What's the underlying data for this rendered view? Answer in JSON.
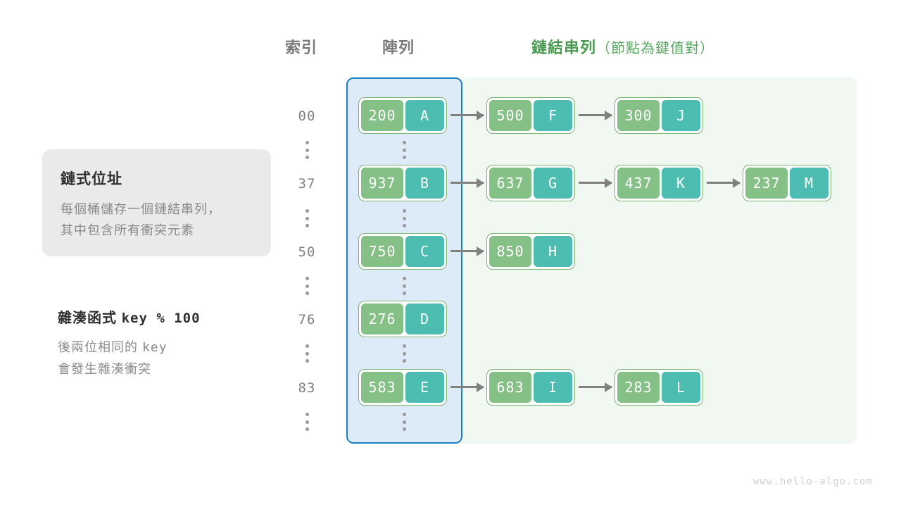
{
  "headers": {
    "index": "索引",
    "array": "陣列",
    "list": "鏈結串列",
    "list_sub": "（節點為鍵值對）"
  },
  "callout": {
    "title": "鏈式位址",
    "line1": "每個桶儲存一個鏈結串列，",
    "line2": "其中包含所有衝突元素"
  },
  "hash": {
    "title_label": "雜湊函式",
    "title_fn": "key % 100",
    "line1_a": "後兩位相同的",
    "line1_b": "key",
    "line2": "會發生雜湊衝突"
  },
  "rows": [
    {
      "index": "00",
      "nodes": [
        {
          "key": "200",
          "value": "A"
        },
        {
          "key": "500",
          "value": "F"
        },
        {
          "key": "300",
          "value": "J"
        }
      ]
    },
    {
      "index": "37",
      "nodes": [
        {
          "key": "937",
          "value": "B"
        },
        {
          "key": "637",
          "value": "G"
        },
        {
          "key": "437",
          "value": "K"
        },
        {
          "key": "237",
          "value": "M"
        }
      ]
    },
    {
      "index": "50",
      "nodes": [
        {
          "key": "750",
          "value": "C"
        },
        {
          "key": "850",
          "value": "H"
        }
      ]
    },
    {
      "index": "76",
      "nodes": [
        {
          "key": "276",
          "value": "D"
        }
      ]
    },
    {
      "index": "83",
      "nodes": [
        {
          "key": "583",
          "value": "E"
        },
        {
          "key": "683",
          "value": "I"
        },
        {
          "key": "283",
          "value": "L"
        }
      ]
    }
  ],
  "ellipsis_count": 5,
  "watermark": "www.hello-algo.com",
  "colors": {
    "key_cell": "#85c086",
    "value_cell": "#4cbdb0",
    "node_border": "#79b473",
    "array_panel_fill": "#dcebf7",
    "array_panel_border": "#1f7fc4",
    "list_panel_fill": "#f1f8f1",
    "accent_green": "#4a9a52",
    "arrow": "#808080",
    "callout_bg": "#eaeaea"
  }
}
